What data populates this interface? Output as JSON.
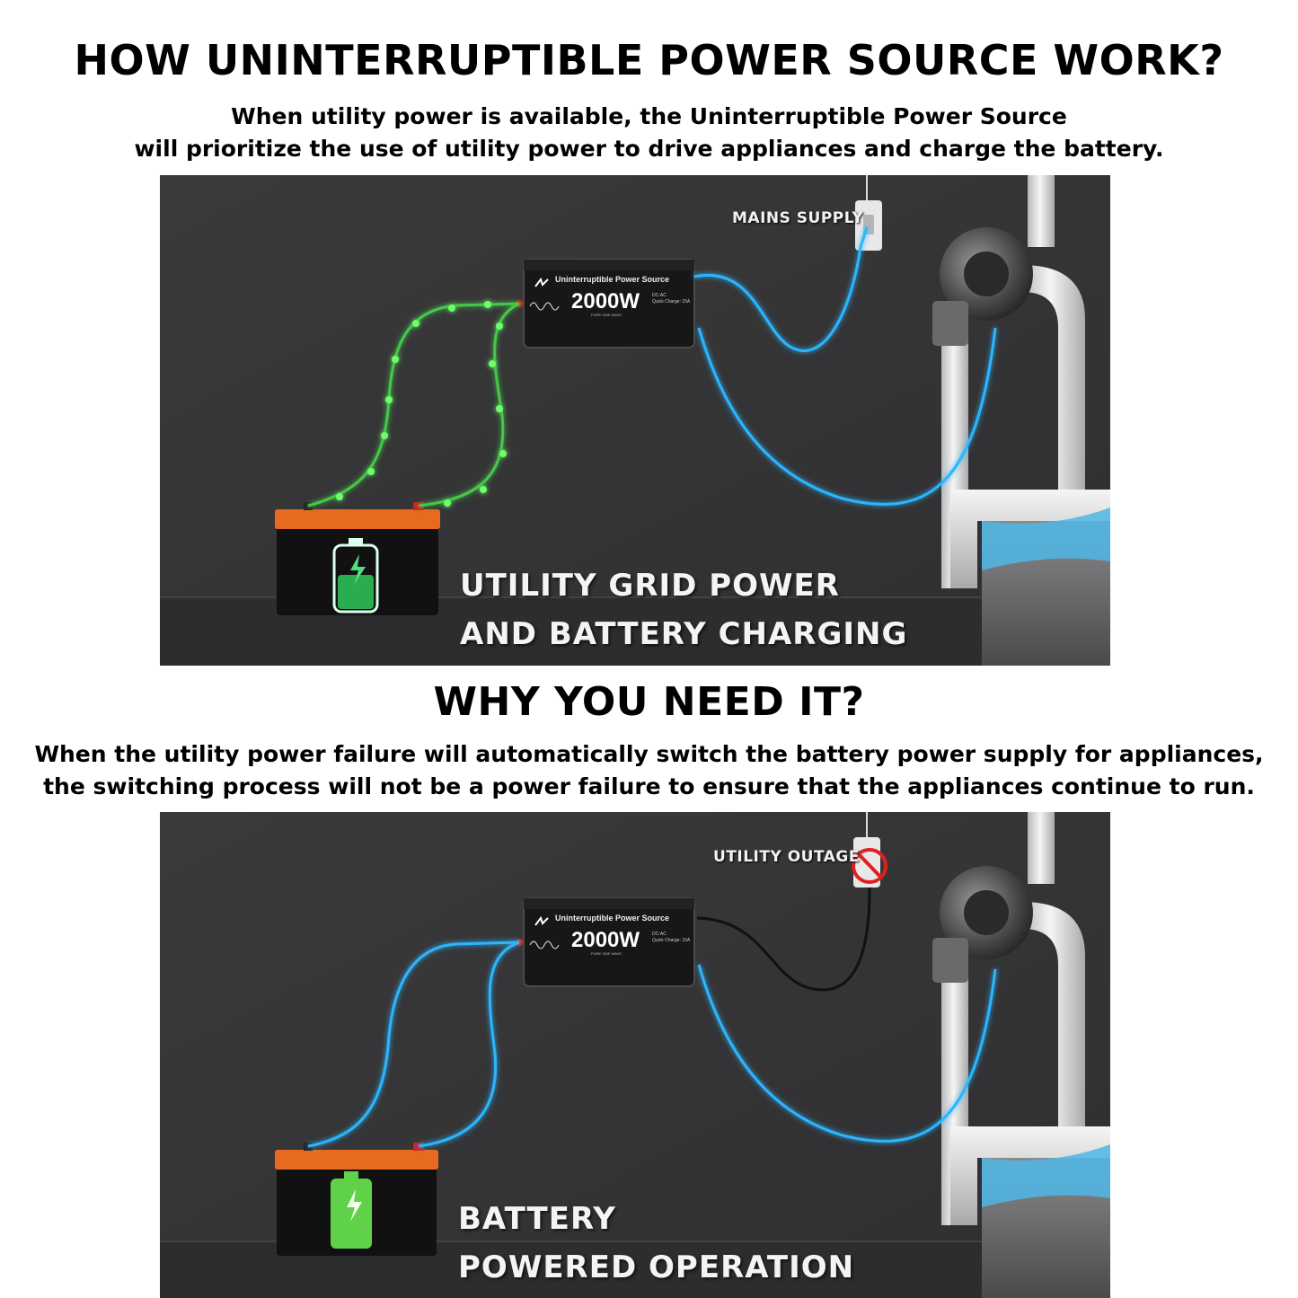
{
  "section1": {
    "heading": "HOW UNINTERRUPTIBLE POWER SOURCE WORK?",
    "subtitle_line1": "When utility power is available, the Uninterruptible Power Source",
    "subtitle_line2": "will prioritize the use of utility power to drive appliances and charge the battery.",
    "panel": {
      "tag": "MAINS SUPPLY",
      "title_line1": "UTILITY GRID POWER",
      "title_line2": "AND BATTERY CHARGING",
      "battery_cable_color": "#3fd957",
      "ac_cable_color": "#27b8ff"
    }
  },
  "section2": {
    "heading": "WHY YOU NEED IT?",
    "subtitle_line1": "When the utility power failure will automatically switch the battery power supply for appliances,",
    "subtitle_line2": "the switching process will not be a power failure to ensure that the appliances continue to run.",
    "panel": {
      "tag": "UTILITY OUTAGE",
      "title_line1": "BATTERY",
      "title_line2": "POWERED OPERATION",
      "battery_cable_color": "#27b8ff",
      "ac_cable_color": "#27b8ff"
    }
  },
  "device": {
    "name": "Uninterruptible Power Source",
    "power": "2000W",
    "wave": "PURE SINE WAVE",
    "spec1": "DC-AC",
    "spec2": "Quick Charge: 15A"
  },
  "icons": [
    "bolt-icon",
    "no-power-icon",
    "sine-wave-icon",
    "logo-icon"
  ]
}
